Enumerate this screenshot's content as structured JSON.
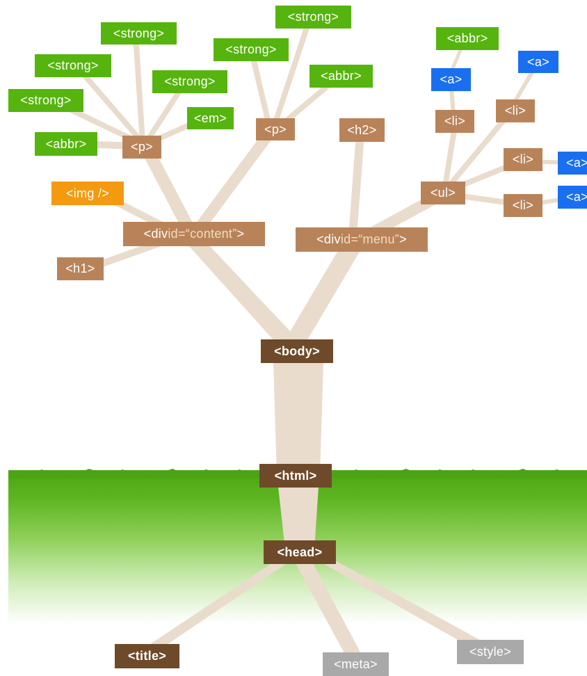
{
  "colors": {
    "trunk": "#e9dccd",
    "grass": "#56b40e",
    "leaf_green": "#56b40e",
    "link_blue": "#1a6ff0",
    "image_orange": "#f49a10",
    "branch_tan": "#b9835a",
    "core_brown": "#6e4a2a",
    "head_gray": "#a9a9a9"
  },
  "nodes": {
    "body": "<body>",
    "html": "<html>",
    "head": "<head>",
    "title": "<title>",
    "meta": "<meta>",
    "style": "<style>",
    "div_content": {
      "tag": "<div",
      "attr": " id=“content”",
      "close": ">"
    },
    "div_menu": {
      "tag": "<div",
      "attr": " id=“menu”",
      "close": ">"
    },
    "h1": "<h1>",
    "img": "<img />",
    "p1": "<p>",
    "p2": "<p>",
    "h2": "<h2>",
    "ul": "<ul>",
    "li1": "<li>",
    "li2": "<li>",
    "li3": "<li>",
    "li4": "<li>",
    "a1": "<a>",
    "a2": "<a>",
    "a3": "<a>",
    "a4": "<a>",
    "abbr1": "<abbr>",
    "abbr2": "<abbr>",
    "abbr3": "<abbr>",
    "strong1": "<strong>",
    "strong2": "<strong>",
    "strong3": "<strong>",
    "strong4": "<strong>",
    "strong5": "<strong>",
    "strong6": "<strong>",
    "em": "<em>"
  }
}
